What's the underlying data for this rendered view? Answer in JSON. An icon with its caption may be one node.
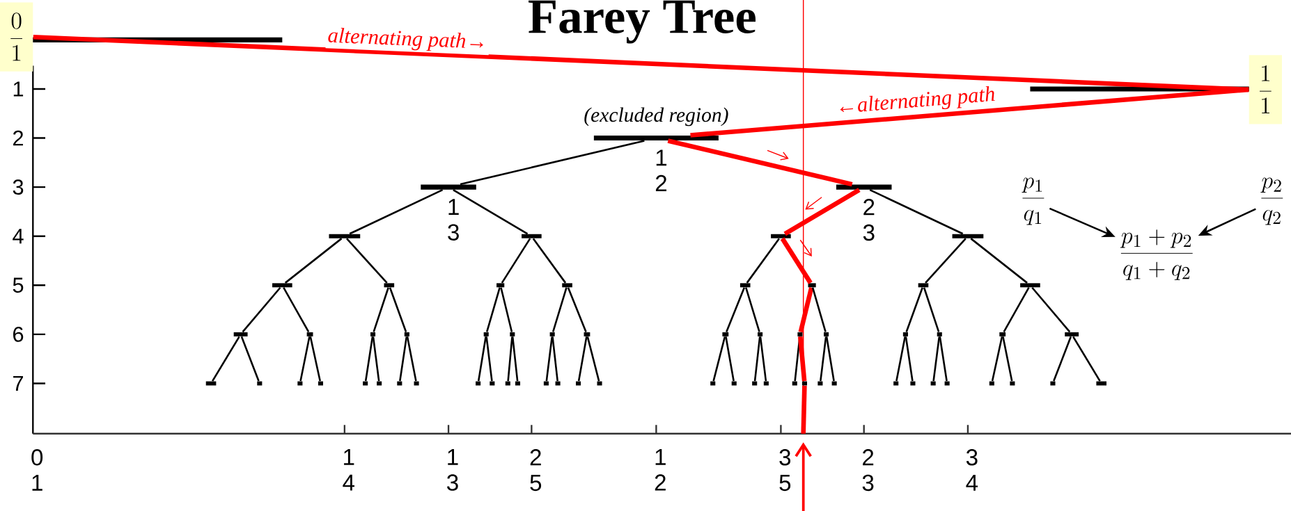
{
  "diagram": {
    "title": "Farey Tree",
    "nodes": [
      {
        "text": [
          "\\frac{0}{1}"
        ]
      },
      {
        "text": [],
        "shape": "bar"
      },
      {
        "text": [],
        "shape": "bar"
      },
      {
        "text": [
          "\\frac{1}{1}"
        ]
      },
      {
        "text": [
          "1 2"
        ]
      },
      {
        "text": [
          "1 3"
        ]
      },
      {
        "text": [
          "2 3"
        ]
      },
      {
        "text": [],
        "shape": "bar"
      },
      {
        "text": [],
        "shape": "bar"
      },
      {
        "text": [],
        "shape": "bar"
      },
      {
        "text": [],
        "shape": "bar"
      },
      {
        "text": [],
        "shape": "bar"
      },
      {
        "text": [],
        "shape": "bar"
      },
      {
        "text": [],
        "shape": "bar"
      },
      {
        "text": [],
        "shape": "bar"
      },
      {
        "text": [],
        "shape": "bar"
      },
      {
        "text": [],
        "shape": "bar"
      },
      {
        "text": [],
        "shape": "bar"
      },
      {
        "text": [],
        "shape": "bar"
      },
      {
        "text": [],
        "shape": "bar"
      },
      {
        "text": [],
        "shape": "bar"
      },
      {
        "text": [],
        "shape": "bar"
      },
      {
        "text": [],
        "shape": "bar"
      },
      {
        "text": [],
        "shape": "bar"
      },
      {
        "text": [],
        "shape": "bar"
      },
      {
        "text": [],
        "shape": "bar"
      },
      {
        "text": [],
        "shape": "bar"
      },
      {
        "text": [],
        "shape": "bar"
      },
      {
        "text": [],
        "shape": "bar"
      },
      {
        "text": [],
        "shape": "bar"
      },
      {
        "text": [],
        "shape": "bar"
      },
      {
        "text": [],
        "shape": "bar"
      },
      {
        "text": [],
        "shape": "bar"
      },
      {
        "text": [],
        "shape": "bar"
      },
      {
        "text": [],
        "shape": "bar"
      },
      {
        "text": [],
        "shape": "bar"
      },
      {
        "text": [],
        "shape": "bar"
      },
      {
        "text": [],
        "shape": "bar"
      },
      {
        "text": [],
        "shape": "bar"
      },
      {
        "text": [],
        "shape": "bar"
      },
      {
        "text": [],
        "shape": "bar"
      },
      {
        "text": [],
        "shape": "bar"
      },
      {
        "text": [],
        "shape": "bar"
      },
      {
        "text": [],
        "shape": "bar"
      },
      {
        "text": [],
        "shape": "bar"
      },
      {
        "text": [],
        "shape": "bar"
      },
      {
        "text": [],
        "shape": "bar"
      },
      {
        "text": [],
        "shape": "bar"
      },
      {
        "text": [],
        "shape": "bar"
      },
      {
        "text": [],
        "shape": "bar"
      },
      {
        "text": [],
        "shape": "bar"
      },
      {
        "text": [],
        "shape": "bar"
      },
      {
        "text": [],
        "shape": "bar"
      },
      {
        "text": [],
        "shape": "bar"
      },
      {
        "text": [],
        "shape": "bar"
      },
      {
        "text": [],
        "shape": "bar"
      },
      {
        "text": [],
        "shape": "bar"
      },
      {
        "text": [],
        "shape": "bar"
      },
      {
        "text": [],
        "shape": "bar"
      },
      {
        "text": [],
        "shape": "bar"
      },
      {
        "text": [],
        "shape": "bar"
      },
      {
        "text": [],
        "shape": "bar"
      },
      {
        "text": [],
        "shape": "bar"
      },
      {
        "text": [],
        "shape": "bar"
      },
      {
        "text": [],
        "shape": "bar"
      },
      {
        "text": [],
        "shape": "bar"
      },
      {
        "text": [],
        "shape": "bar"
      },
      {
        "text": [
          "\\frac{p_1}{q_1}"
        ]
      },
      {
        "text": [
          "\\frac{p_2}{q_2}"
        ]
      },
      {
        "text": [
          "\\frac{p_1+p_2}{q_1+q_2}"
        ]
      }
    ],
    "edges": [
      {
        "from": 0,
        "to": 3,
        "arrow": "none",
        "label": "alternating path→",
        "style": "thick",
        "color": "#ff0000"
      },
      {
        "from": 3,
        "to": 4,
        "arrow": "none",
        "label": "←alternating path",
        "style": "thick",
        "color": "#ff0000"
      },
      {
        "from": 4,
        "to": 5,
        "arrow": "none"
      },
      {
        "from": 4,
        "to": 6,
        "arrow": "none",
        "style": "thick",
        "color": "#ff0000"
      },
      {
        "from": 5,
        "to": 7,
        "arrow": "none"
      },
      {
        "from": 5,
        "to": 8,
        "arrow": "none"
      },
      {
        "from": 6,
        "to": 9,
        "arrow": "none",
        "style": "thick",
        "color": "#ff0000"
      },
      {
        "from": 6,
        "to": 10,
        "arrow": "none"
      },
      {
        "from": 7,
        "to": 11,
        "arrow": "none"
      },
      {
        "from": 7,
        "to": 12,
        "arrow": "none"
      },
      {
        "from": 8,
        "to": 13,
        "arrow": "none"
      },
      {
        "from": 8,
        "to": 14,
        "arrow": "none"
      },
      {
        "from": 9,
        "to": 15,
        "arrow": "none"
      },
      {
        "from": 9,
        "to": 16,
        "arrow": "none",
        "style": "thick",
        "color": "#ff0000"
      },
      {
        "from": 10,
        "to": 17,
        "arrow": "none"
      },
      {
        "from": 10,
        "to": 18,
        "arrow": "none"
      },
      {
        "from": 11,
        "to": 19,
        "arrow": "none"
      },
      {
        "from": 11,
        "to": 20,
        "arrow": "none"
      },
      {
        "from": 12,
        "to": 21,
        "arrow": "none"
      },
      {
        "from": 12,
        "to": 22,
        "arrow": "none"
      },
      {
        "from": 13,
        "to": 23,
        "arrow": "none"
      },
      {
        "from": 13,
        "to": 24,
        "arrow": "none"
      },
      {
        "from": 14,
        "to": 25,
        "arrow": "none"
      },
      {
        "from": 14,
        "to": 26,
        "arrow": "none"
      },
      {
        "from": 15,
        "to": 27,
        "arrow": "none"
      },
      {
        "from": 15,
        "to": 28,
        "arrow": "none"
      },
      {
        "from": 16,
        "to": 29,
        "arrow": "none",
        "style": "thick",
        "color": "#ff0000"
      },
      {
        "from": 16,
        "to": 30,
        "arrow": "none"
      },
      {
        "from": 17,
        "to": 31,
        "arrow": "none"
      },
      {
        "from": 17,
        "to": 32,
        "arrow": "none"
      },
      {
        "from": 18,
        "to": 33,
        "arrow": "none"
      },
      {
        "from": 18,
        "to": 34,
        "arrow": "none"
      },
      {
        "from": 19,
        "to": 35,
        "arrow": "none"
      },
      {
        "from": 19,
        "to": 36,
        "arrow": "none"
      },
      {
        "from": 20,
        "to": 37,
        "arrow": "none"
      },
      {
        "from": 20,
        "to": 38,
        "arrow": "none"
      },
      {
        "from": 21,
        "to": 39,
        "arrow": "none"
      },
      {
        "from": 21,
        "to": 40,
        "arrow": "none"
      },
      {
        "from": 22,
        "to": 41,
        "arrow": "none"
      },
      {
        "from": 22,
        "to": 42,
        "arrow": "none"
      },
      {
        "from": 23,
        "to": 43,
        "arrow": "none"
      },
      {
        "from": 23,
        "to": 44,
        "arrow": "none"
      },
      {
        "from": 24,
        "to": 45,
        "arrow": "none"
      },
      {
        "from": 24,
        "to": 46,
        "arrow": "none"
      },
      {
        "from": 25,
        "to": 47,
        "arrow": "none"
      },
      {
        "from": 25,
        "to": 48,
        "arrow": "none"
      },
      {
        "from": 26,
        "to": 49,
        "arrow": "none"
      },
      {
        "from": 26,
        "to": 50,
        "arrow": "none"
      },
      {
        "from": 27,
        "to": 51,
        "arrow": "none"
      },
      {
        "from": 27,
        "to": 52,
        "arrow": "none"
      },
      {
        "from": 28,
        "to": 53,
        "arrow": "none"
      },
      {
        "from": 28,
        "to": 54,
        "arrow": "none"
      },
      {
        "from": 29,
        "to": 55,
        "arrow": "none"
      },
      {
        "from": 29,
        "to": 56,
        "arrow": "none",
        "style": "thick",
        "color": "#ff0000"
      },
      {
        "from": 30,
        "to": 57,
        "arrow": "none"
      },
      {
        "from": 30,
        "to": 58,
        "arrow": "none"
      },
      {
        "from": 31,
        "to": 59,
        "arrow": "none"
      },
      {
        "from": 31,
        "to": 60,
        "arrow": "none"
      },
      {
        "from": 32,
        "to": 61,
        "arrow": "none"
      },
      {
        "from": 32,
        "to": 62,
        "arrow": "none"
      },
      {
        "from": 33,
        "to": 63,
        "arrow": "none"
      },
      {
        "from": 33,
        "to": 64,
        "arrow": "none"
      },
      {
        "from": 34,
        "to": 65,
        "arrow": "none"
      },
      {
        "from": 34,
        "to": 66,
        "arrow": "none"
      },
      {
        "from": 56,
        "to": null,
        "arrow": "none",
        "style": "thick",
        "color": "#ff0000"
      },
      {
        "from": 67,
        "to": 69,
        "arrow": "to"
      },
      {
        "from": 68,
        "to": 69,
        "arrow": "to"
      }
    ],
    "labels": [
      "(excluded region)",
      "1",
      "2",
      "3",
      "4",
      "5",
      "6",
      "7",
      "0 1",
      "1 4",
      "1 3",
      "2 5",
      "1 2",
      "3 5",
      "2 3",
      "3 4"
    ]
  }
}
